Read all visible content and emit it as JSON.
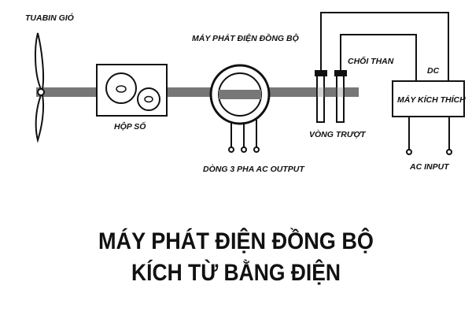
{
  "diagram": {
    "labels": {
      "turbine": "TUABIN GIÓ",
      "gearbox": "HỘP SỐ",
      "generator": "MÁY PHÁT ĐIỆN ĐỒNG BỘ",
      "output": "DÒNG 3 PHA AC OUTPUT",
      "brushes": "CHỔI THAN",
      "slip_rings": "VÒNG TRƯỢT",
      "dc": "DC",
      "exciter": "MÁY KÍCH THÍCH",
      "ac_input": "AC INPUT"
    },
    "title": {
      "line1": "MÁY PHÁT ĐIỆN ĐỒNG BỘ",
      "line2": "KÍCH TỪ BẰNG ĐIỆN"
    },
    "colors": {
      "ink": "#111111",
      "shaft": "#777777",
      "background": "#ffffff"
    }
  }
}
